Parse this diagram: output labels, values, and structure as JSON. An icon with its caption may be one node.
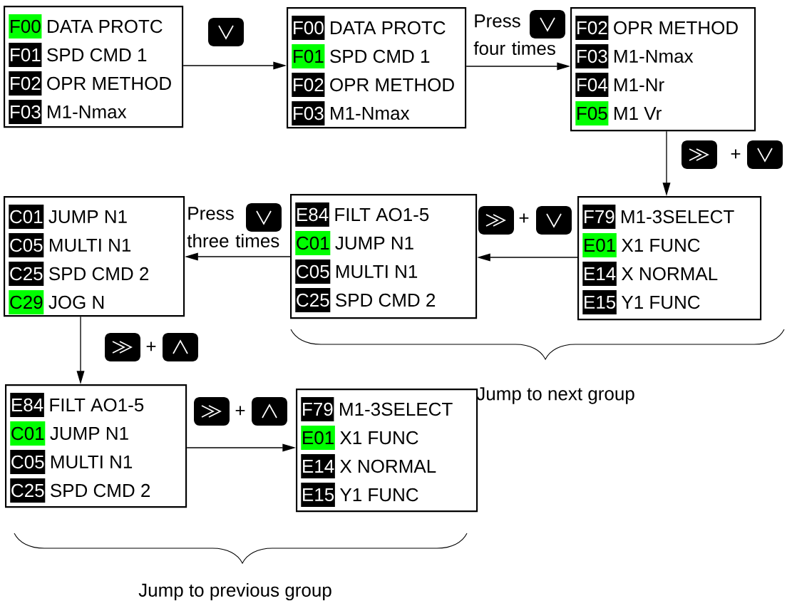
{
  "diagram": {
    "nodes": [
      {
        "text": [],
        "shape": "box"
      },
      {
        "text": [
          "F00"
        ],
        "beside": [
          "DATA PROTC"
        ],
        "in": 0
      },
      {
        "text": [
          "F01"
        ],
        "beside": [
          "SPD CMD 1"
        ],
        "in": 0
      },
      {
        "text": [
          "F02"
        ],
        "beside": [
          "OPR METHOD"
        ],
        "in": 0
      },
      {
        "text": [
          "F03"
        ],
        "beside": [
          "M1-Nmax"
        ],
        "in": 0
      },
      {
        "text": [],
        "shape": "box"
      },
      {
        "text": [
          "F00"
        ],
        "beside": [
          "DATA PROTC"
        ],
        "in": 5
      },
      {
        "text": [
          "F01"
        ],
        "beside": [
          "SPD CMD 1"
        ],
        "in": 5
      },
      {
        "text": [
          "F02"
        ],
        "beside": [
          "OPR METHOD"
        ],
        "in": 5
      },
      {
        "text": [
          "F03"
        ],
        "beside": [
          "M1-Nmax"
        ],
        "in": 5
      },
      {
        "text": [],
        "shape": "box"
      },
      {
        "text": [
          "F02"
        ],
        "beside": [
          "OPR METHOD"
        ],
        "in": 10
      },
      {
        "text": [
          "F03"
        ],
        "beside": [
          "M1-Nmax"
        ],
        "in": 10
      },
      {
        "text": [
          "F04"
        ],
        "beside": [
          "M1-Nr"
        ],
        "in": 10
      },
      {
        "text": [
          "F05"
        ],
        "beside": [
          "M1 Vr"
        ],
        "in": 10
      },
      {
        "text": [],
        "shape": "box"
      },
      {
        "text": [
          "C01"
        ],
        "beside": [
          "JUMP N1"
        ],
        "in": 15
      },
      {
        "text": [
          "C05"
        ],
        "beside": [
          "MULTI N1"
        ],
        "in": 15
      },
      {
        "text": [
          "C25"
        ],
        "beside": [
          "SPD CMD 2"
        ],
        "in": 15
      },
      {
        "text": [
          "C29"
        ],
        "beside": [
          "JOG N"
        ],
        "in": 15
      },
      {
        "text": [],
        "shape": "box"
      },
      {
        "text": [
          "E84"
        ],
        "beside": [
          "FILT AO1-5"
        ],
        "in": 20
      },
      {
        "text": [
          "C01"
        ],
        "beside": [
          "JUMP N1"
        ],
        "in": 20
      },
      {
        "text": [
          "C05"
        ],
        "beside": [
          "MULTI N1"
        ],
        "in": 20
      },
      {
        "text": [
          "C25"
        ],
        "beside": [
          "SPD CMD 2"
        ],
        "in": 20
      },
      {
        "text": [],
        "shape": "box"
      },
      {
        "text": [
          "F79"
        ],
        "beside": [
          "M1-3SELECT"
        ],
        "in": 25
      },
      {
        "text": [
          "E01"
        ],
        "beside": [
          "X1 FUNC"
        ],
        "in": 25
      },
      {
        "text": [
          "E14"
        ],
        "beside": [
          "X NORMAL"
        ],
        "in": 25
      },
      {
        "text": [
          "E15"
        ],
        "beside": [
          "Y1 FUNC"
        ],
        "in": 25
      },
      {
        "text": [],
        "shape": "box"
      },
      {
        "text": [
          "E84"
        ],
        "beside": [
          "FILT AO1-5"
        ],
        "in": 30
      },
      {
        "text": [
          "C01"
        ],
        "beside": [
          "JUMP N1"
        ],
        "in": 30
      },
      {
        "text": [
          "C05"
        ],
        "beside": [
          "MULTI N1"
        ],
        "in": 30
      },
      {
        "text": [
          "C25"
        ],
        "beside": [
          "SPD CMD 2"
        ],
        "in": 30
      },
      {
        "text": [],
        "shape": "box"
      },
      {
        "text": [
          "F79"
        ],
        "beside": [
          "M1-3SELECT"
        ],
        "in": 35
      },
      {
        "text": [
          "E01"
        ],
        "beside": [
          "X1 FUNC"
        ],
        "in": 35
      },
      {
        "text": [
          "E14"
        ],
        "beside": [
          "X NORMAL"
        ],
        "in": 35
      },
      {
        "text": [
          "E15"
        ],
        "beside": [
          "Y1 FUNC"
        ],
        "in": 35
      }
    ],
    "edges": [
      {
        "from": 0,
        "to": 5,
        "arrow": "to"
      },
      {
        "from": 5,
        "to": 10,
        "arrow": "to",
        "label": "Press four times"
      },
      {
        "from": 10,
        "to": 25,
        "arrow": "to"
      },
      {
        "from": 25,
        "to": 20,
        "arrow": "to"
      },
      {
        "from": 20,
        "to": 15,
        "arrow": "to",
        "label": "Press three times"
      },
      {
        "from": 15,
        "to": 30,
        "arrow": "to"
      },
      {
        "from": 30,
        "to": 35,
        "arrow": "to"
      }
    ],
    "labels": [
      "+",
      "+",
      "+",
      "Jump to next group",
      "+",
      "Jump to previous group"
    ]
  }
}
